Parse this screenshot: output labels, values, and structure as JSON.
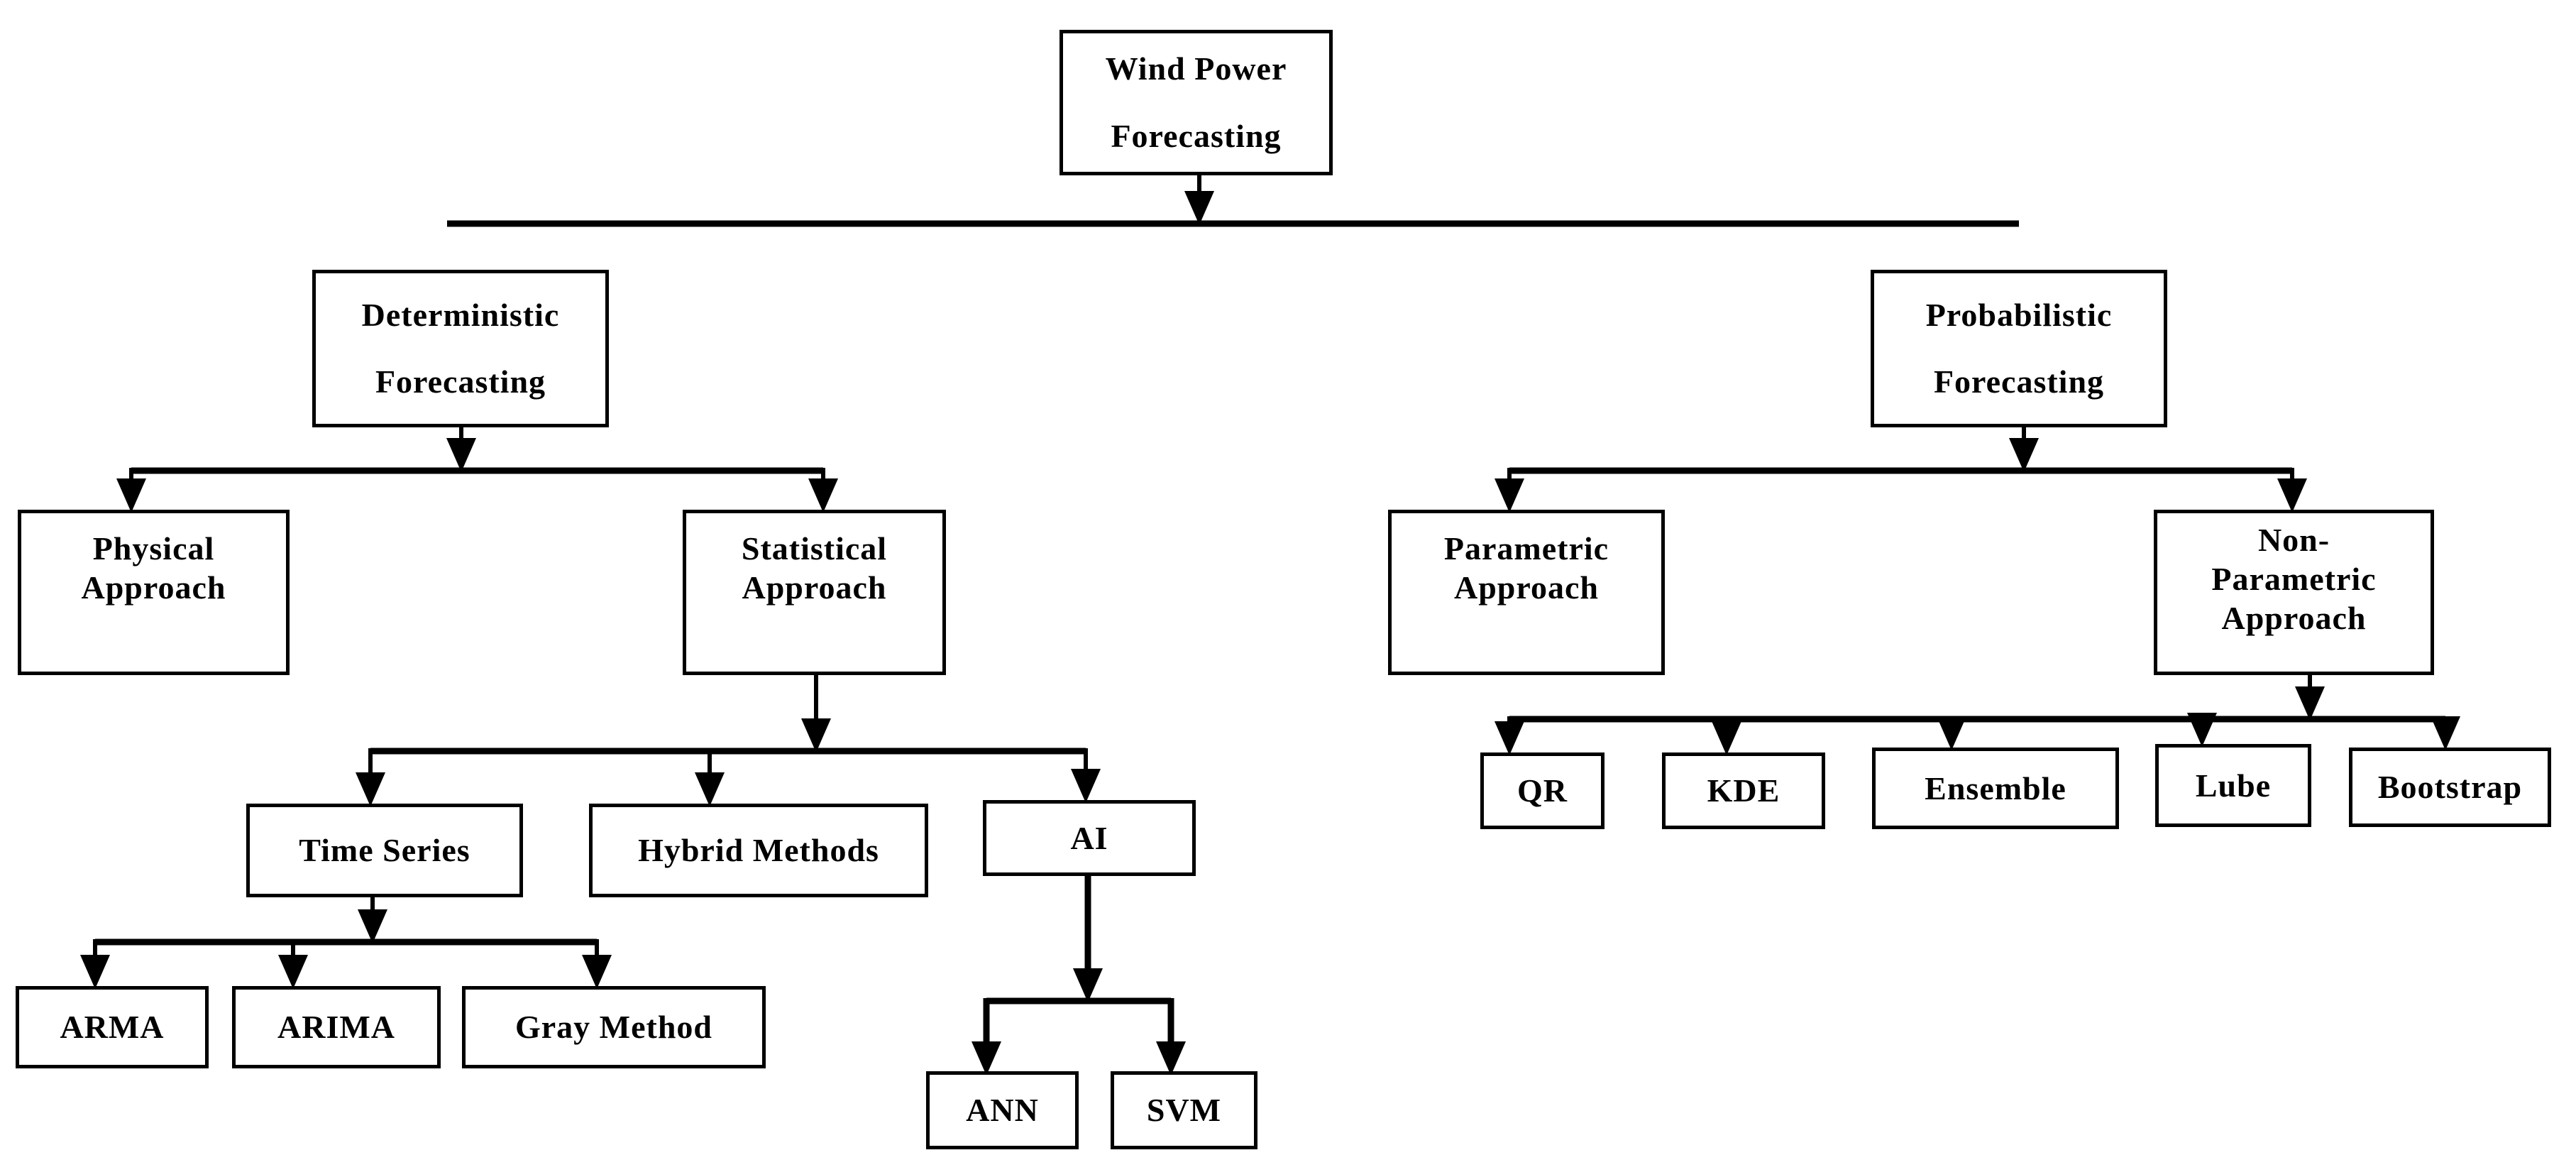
{
  "diagram": {
    "colors": {
      "line": "#000000",
      "background": "#ffffff",
      "box_fill": "#ffffff",
      "text": "#000000"
    },
    "nodes": {
      "root": {
        "label": "Wind Power\nForecasting"
      },
      "deterministic": {
        "label": "Deterministic\nForecasting"
      },
      "probabilistic": {
        "label": "Probabilistic\nForecasting"
      },
      "physical": {
        "label": "Physical\nApproach"
      },
      "statistical": {
        "label": "Statistical\nApproach"
      },
      "parametric": {
        "label": "Parametric\nApproach"
      },
      "nonparametric": {
        "label": "Non-\nParametric\nApproach"
      },
      "timeseries": {
        "label": "Time Series"
      },
      "hybrid": {
        "label": "Hybrid Methods"
      },
      "ai": {
        "label": "AI"
      },
      "arma": {
        "label": "ARMA"
      },
      "arima": {
        "label": "ARIMA"
      },
      "gray": {
        "label": "Gray Method"
      },
      "ann": {
        "label": "ANN"
      },
      "svm": {
        "label": "SVM"
      },
      "qr": {
        "label": "QR"
      },
      "kde": {
        "label": "KDE"
      },
      "ensemble": {
        "label": "Ensemble"
      },
      "lube": {
        "label": "Lube"
      },
      "bootstrap": {
        "label": "Bootstrap"
      }
    },
    "edges": [
      [
        "Wind Power Forecasting",
        "Deterministic Forecasting"
      ],
      [
        "Wind Power Forecasting",
        "Probabilistic Forecasting"
      ],
      [
        "Deterministic Forecasting",
        "Physical Approach"
      ],
      [
        "Deterministic Forecasting",
        "Statistical Approach"
      ],
      [
        "Statistical Approach",
        "Time Series"
      ],
      [
        "Statistical Approach",
        "Hybrid Methods"
      ],
      [
        "Statistical Approach",
        "AI"
      ],
      [
        "Time Series",
        "ARMA"
      ],
      [
        "Time Series",
        "ARIMA"
      ],
      [
        "Time Series",
        "Gray Method"
      ],
      [
        "AI",
        "ANN"
      ],
      [
        "AI",
        "SVM"
      ],
      [
        "Probabilistic Forecasting",
        "Parametric Approach"
      ],
      [
        "Probabilistic Forecasting",
        "Non-Parametric Approach"
      ],
      [
        "Non-Parametric Approach",
        "QR"
      ],
      [
        "Non-Parametric Approach",
        "KDE"
      ],
      [
        "Non-Parametric Approach",
        "Ensemble"
      ],
      [
        "Non-Parametric Approach",
        "Lube"
      ],
      [
        "Non-Parametric Approach",
        "Bootstrap"
      ]
    ]
  }
}
